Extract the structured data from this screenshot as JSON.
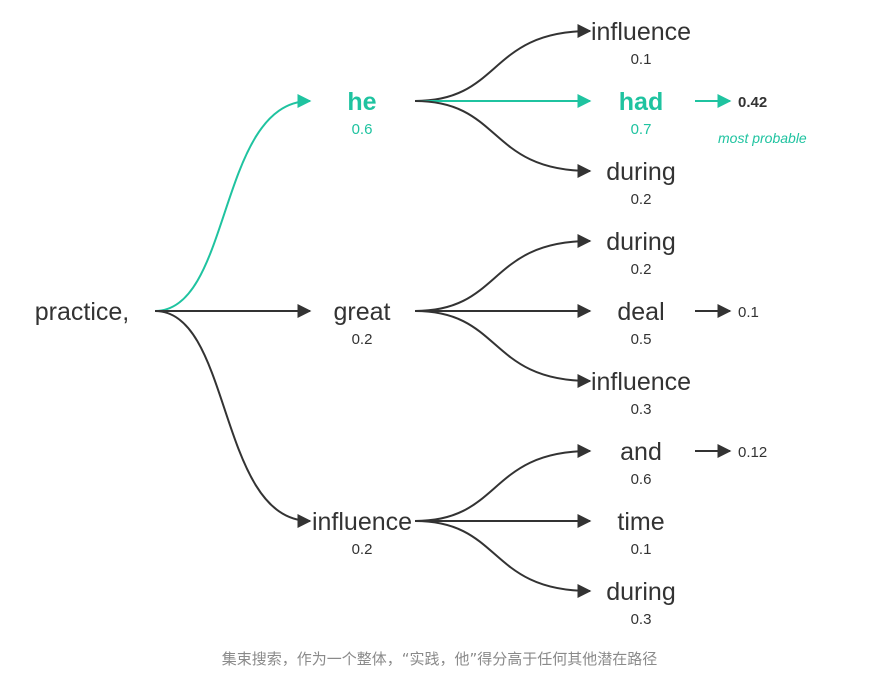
{
  "root": {
    "word": "practice,"
  },
  "branches": [
    {
      "word": "he",
      "prob": "0.6",
      "highlight": true,
      "children": [
        {
          "word": "influence",
          "prob": "0.1"
        },
        {
          "word": "had",
          "prob": "0.7",
          "highlight": true,
          "final": "0.42",
          "note": "most probable"
        },
        {
          "word": "during",
          "prob": "0.2"
        }
      ]
    },
    {
      "word": "great",
      "prob": "0.2",
      "children": [
        {
          "word": "during",
          "prob": "0.2"
        },
        {
          "word": "deal",
          "prob": "0.5",
          "final": "0.1"
        },
        {
          "word": "influence",
          "prob": "0.3"
        }
      ]
    },
    {
      "word": "influence",
      "prob": "0.2",
      "children": [
        {
          "word": "and",
          "prob": "0.6",
          "final": "0.12"
        },
        {
          "word": "time",
          "prob": "0.1"
        },
        {
          "word": "during",
          "prob": "0.3"
        }
      ]
    }
  ],
  "colors": {
    "highlight": "#1fc3a0",
    "default": "#333333",
    "caption": "#8a8a8a"
  },
  "caption": "集束搜索，作为一个整体，“实践，他”得分高于任何其他潜在路径"
}
